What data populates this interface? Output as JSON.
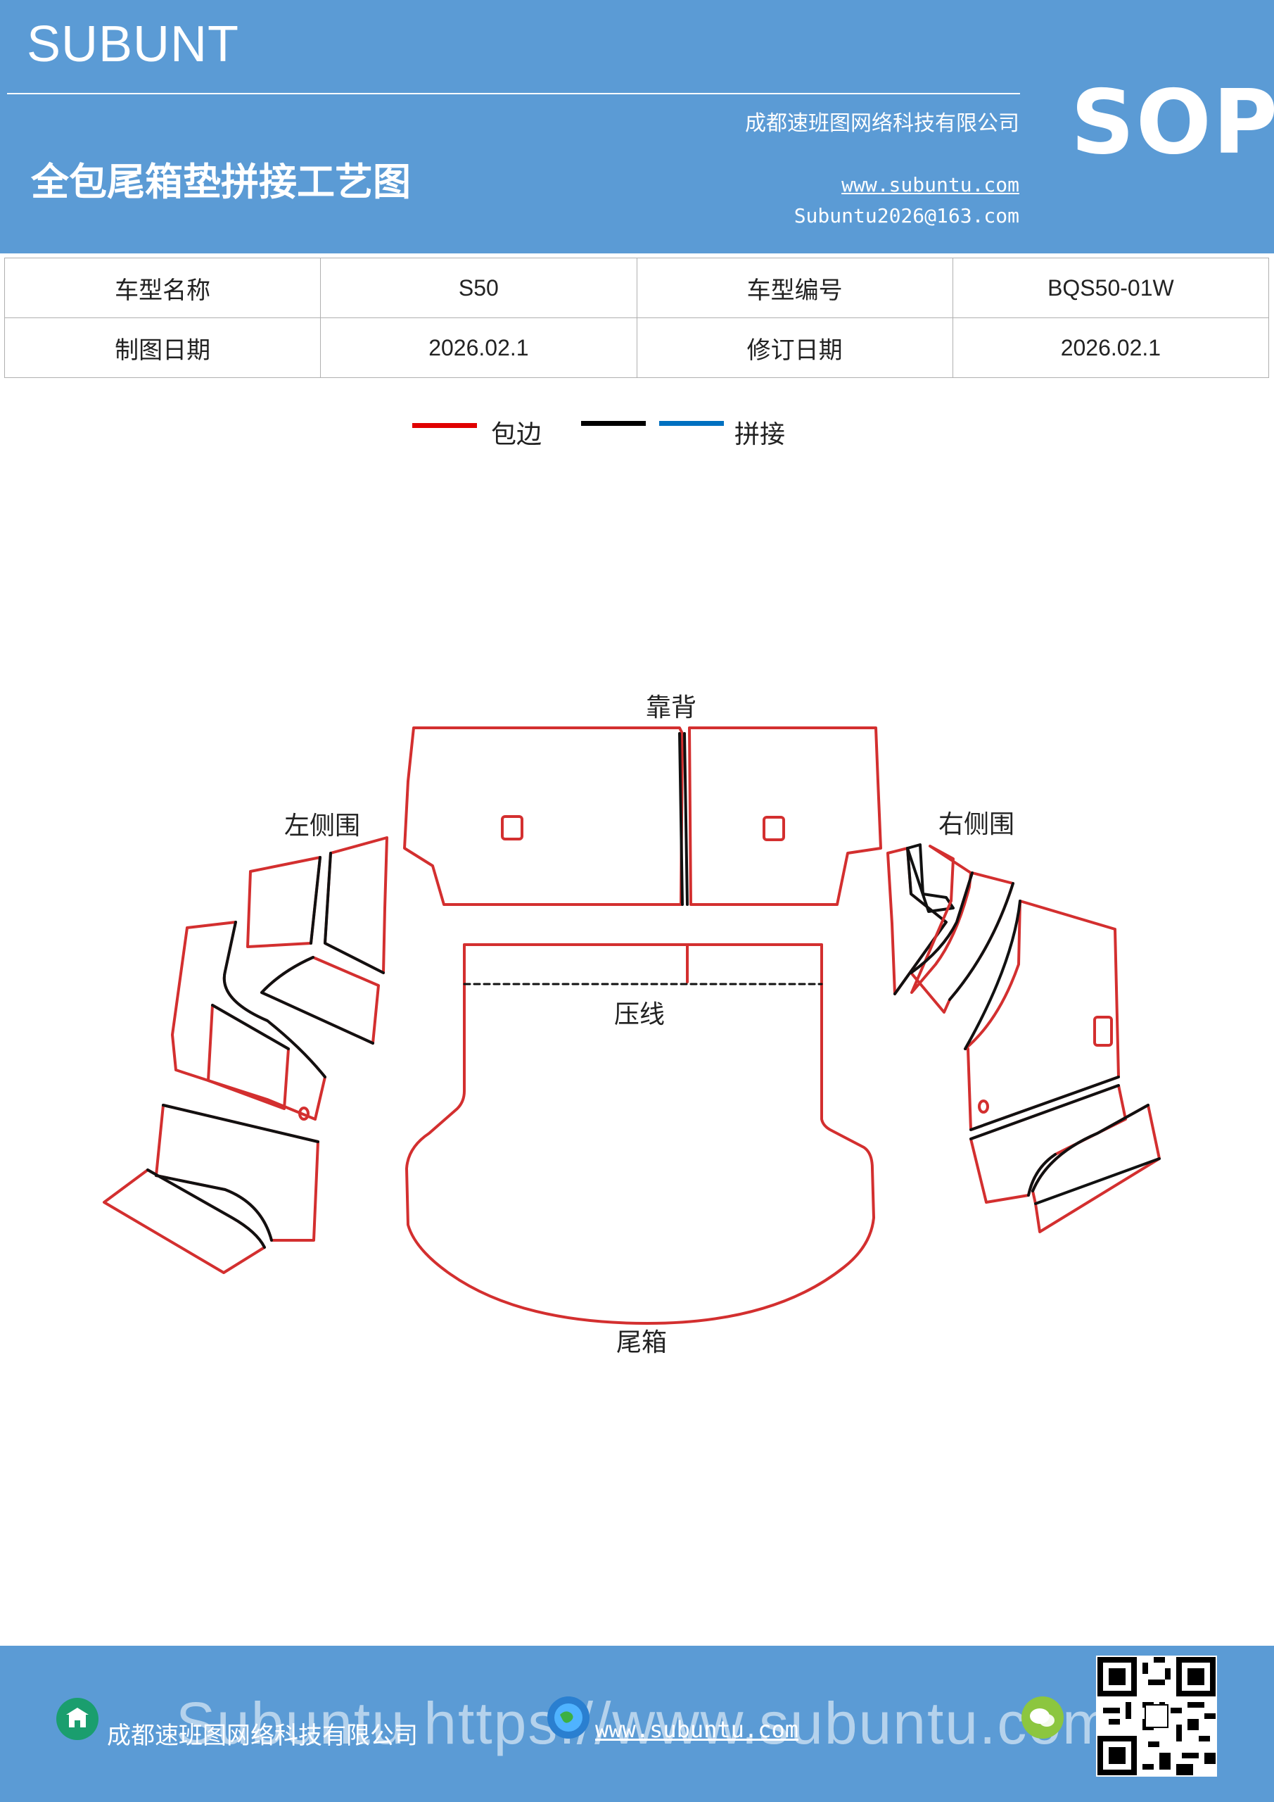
{
  "header": {
    "brand": "SUBUNT",
    "company": "成都速班图网络科技有限公司",
    "title": "全包尾箱垫拼接工艺图",
    "url": "www.subuntu.com",
    "email": "Subuntu2026@163.com",
    "badge": "SOP",
    "bg_color": "#5b9bd5"
  },
  "info_table": {
    "rows": [
      [
        "车型名称",
        "S50",
        "车型编号",
        "BQS50-01W"
      ],
      [
        "制图日期",
        "2026.02.1",
        "修订日期",
        "2026.02.1"
      ]
    ]
  },
  "legend": {
    "items": [
      {
        "label": "包边",
        "color": "#e00000"
      },
      {
        "label": "",
        "color": "#000000"
      },
      {
        "label": "拼接",
        "color": "#0070c0"
      }
    ]
  },
  "diagram": {
    "labels": {
      "back": "靠背",
      "left": "左侧围",
      "right": "右侧围",
      "crease": "压线",
      "trunk": "尾箱"
    },
    "edge_color": "#d32f2f",
    "seam_color": "#111111"
  },
  "footer": {
    "company": "成都速班图网络科技有限公司",
    "url": "www.subuntu.com",
    "watermark": "Subuntu https://www.subuntu.com",
    "qr_icon": "qr-code"
  }
}
